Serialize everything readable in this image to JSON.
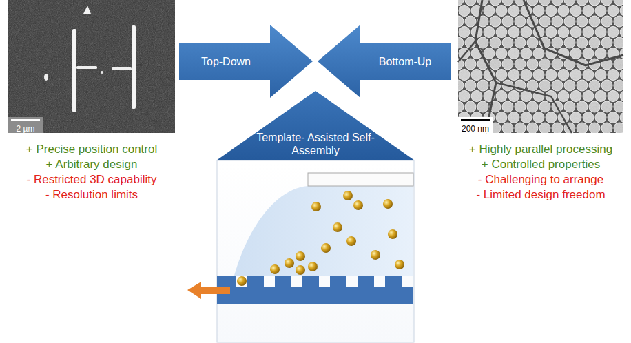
{
  "diagram": {
    "nodes": [
      {
        "text": [
          "Top-Down"
        ]
      },
      {
        "text": [
          "Bottom-Up"
        ]
      },
      {
        "text": [
          "Template- Assisted Self-Assembly"
        ]
      }
    ],
    "labels": [
      "2 µm",
      "200 nm",
      "+ Precise position control",
      "+ Arbitrary design",
      "- Restricted 3D capability",
      "- Resolution limits",
      "+ Highly parallel processing",
      "+ Controlled properties",
      "- Challenging to arrange",
      "- Limited design freedom"
    ]
  }
}
